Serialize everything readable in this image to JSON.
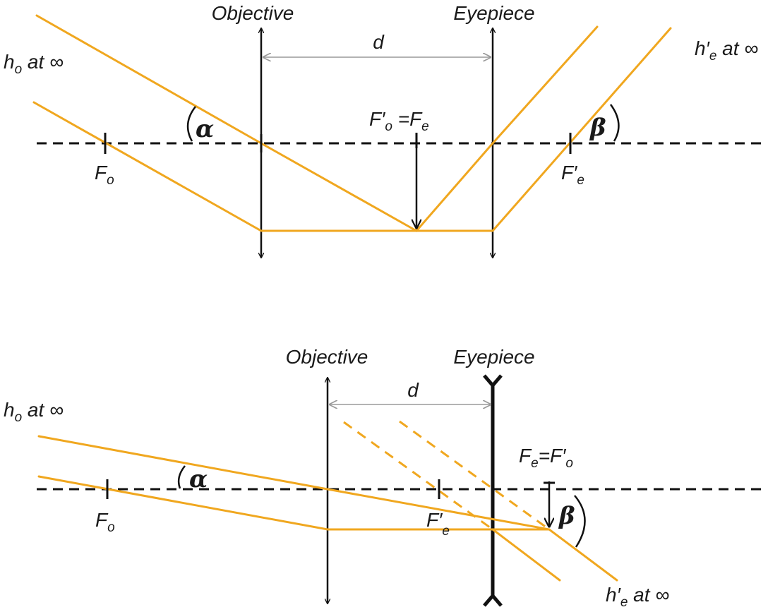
{
  "top": {
    "objective_label": "Objective",
    "eyepiece_label": "Eyepiece",
    "d_label": "d",
    "left_object": {
      "h": "h",
      "sub": "o",
      "rest": " at ∞"
    },
    "right_image": {
      "h": "h′",
      "sub": "e",
      "rest": " at ∞"
    },
    "focal_center": {
      "f1": "F′",
      "s1": "o",
      "eq": " =F",
      "s2": "e"
    },
    "fo": {
      "f": "F",
      "s": "o"
    },
    "fe_prime": {
      "f": "F′",
      "s": "e"
    },
    "alpha": "α",
    "beta": "β"
  },
  "bottom": {
    "objective_label": "Objective",
    "eyepiece_label": "Eyepiece",
    "d_label": "d",
    "left_object": {
      "h": "h",
      "sub": "o",
      "rest": " at ∞"
    },
    "right_image": {
      "h": "h′",
      "sub": "e",
      "rest": " at ∞"
    },
    "focal_center": {
      "f1": "F",
      "s1": "e",
      "eq": "=F′",
      "s2": "o"
    },
    "fo": {
      "f": "F",
      "s": "o"
    },
    "fe_prime": {
      "f": "F′",
      "s": "e"
    },
    "alpha": "α",
    "beta": "β"
  },
  "colors": {
    "ray": "#f0a71f",
    "axis": "#111111",
    "dimension": "#9a9a9a"
  }
}
